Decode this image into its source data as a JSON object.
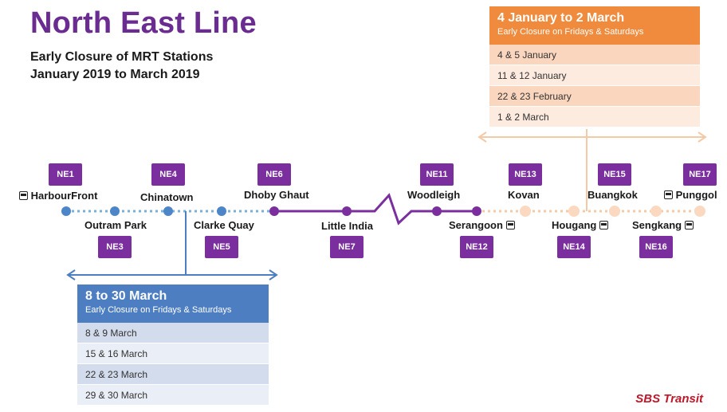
{
  "header": {
    "title": "North East Line",
    "subtitle_line1": "Early Closure of MRT Stations",
    "subtitle_line2": "January 2019 to March 2019"
  },
  "stations": [
    {
      "code": "NE1",
      "name": "HarbourFront",
      "bus": true
    },
    {
      "code": "NE3",
      "name": "Outram Park",
      "bus": false
    },
    {
      "code": "NE4",
      "name": "Chinatown",
      "bus": false
    },
    {
      "code": "NE5",
      "name": "Clarke Quay",
      "bus": false
    },
    {
      "code": "NE6",
      "name": "Dhoby Ghaut",
      "bus": false
    },
    {
      "code": "NE7",
      "name": "Little India",
      "bus": false
    },
    {
      "code": "NE11",
      "name": "Woodleigh",
      "bus": false
    },
    {
      "code": "NE12",
      "name": "Serangoon",
      "bus": true
    },
    {
      "code": "NE13",
      "name": "Kovan",
      "bus": false
    },
    {
      "code": "NE14",
      "name": "Hougang",
      "bus": true
    },
    {
      "code": "NE15",
      "name": "Buangkok",
      "bus": false
    },
    {
      "code": "NE16",
      "name": "Sengkang",
      "bus": true
    },
    {
      "code": "NE17",
      "name": "Punggol",
      "bus": true
    }
  ],
  "panel_jan": {
    "heading": "4 January to 2 March",
    "subheading": "Early Closure on Fridays & Saturdays",
    "dates": [
      "4 & 5 January",
      "11 & 12 January",
      "22 & 23 February",
      "1 & 2 March"
    ],
    "color": "#f08a3c"
  },
  "panel_mar": {
    "heading": "8 to 30 March",
    "subheading": "Early Closure on  Fridays & Saturdays",
    "dates": [
      "8 & 9 March",
      "15 & 16 March",
      "22 & 23 March",
      "29 & 30 March"
    ],
    "color": "#4d7ec2"
  },
  "brand": "SBS Transit",
  "colors": {
    "line_purple": "#7b2f9e",
    "segment_blue": "#4d7ec2",
    "segment_orange": "#f4c9a6"
  },
  "icons": {
    "bus": "bus-icon"
  }
}
